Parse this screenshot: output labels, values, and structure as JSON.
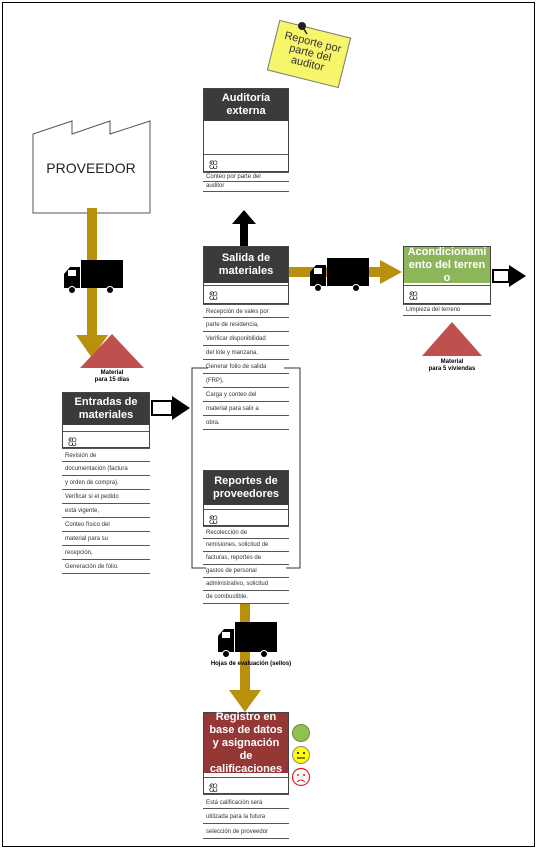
{
  "proveedor": {
    "label": "PROVEEDOR"
  },
  "sticky_note": {
    "text": "Reporte por parte del auditor"
  },
  "auditoria": {
    "title": "Auditoría externa",
    "rows": [
      "Conteo por parte del",
      "auditor"
    ]
  },
  "salida": {
    "title": "Salida de materiales",
    "rows": [
      "Recepción de vales por",
      "parte de residencia,",
      "Verificar disponibilidad",
      "del lote y manzana,",
      "Generar folio de salida",
      "(FRP),",
      "Carga y conteo del",
      "material para salir a",
      "obra."
    ]
  },
  "acondicionamiento": {
    "title": "Acondicionamiento del terreno",
    "rows": [
      "Limpieza del terreno"
    ]
  },
  "entradas": {
    "title": "Entradas de materiales",
    "rows": [
      "Revisión de",
      "documentación (factura",
      "y orden de compra),",
      "Verificar si el pedido",
      "está vigente,",
      "Conteo físico del",
      "material para su",
      "recepción,",
      "Generación de folio."
    ]
  },
  "reportes": {
    "title": "Reportes de proveedores",
    "rows": [
      "Recolección de",
      "remisiones, solicitud de",
      "facturas, reportes de",
      "gastos de personal",
      "administrativo, solicitud",
      "de combustible."
    ]
  },
  "registro": {
    "title": "Registro en base de datos y asignación de calificaciones",
    "rows": [
      "Está calificación será",
      "utilizada para la futura",
      "selección de proveedor"
    ]
  },
  "inventory_left": {
    "line1": "Material",
    "line2": "para 15 días"
  },
  "inventory_right": {
    "line1": "Material",
    "line2": "para 5 viviendas"
  },
  "truck_bottom_label": "Hojas de evaluación (sellos)",
  "colors": {
    "dark_header": "#3b3b3b",
    "green_header": "#8db55a",
    "red_header": "#953735",
    "gold_arrow": "#b8900c",
    "triangle": "#c0504d",
    "sticky": "#f7f56a"
  }
}
